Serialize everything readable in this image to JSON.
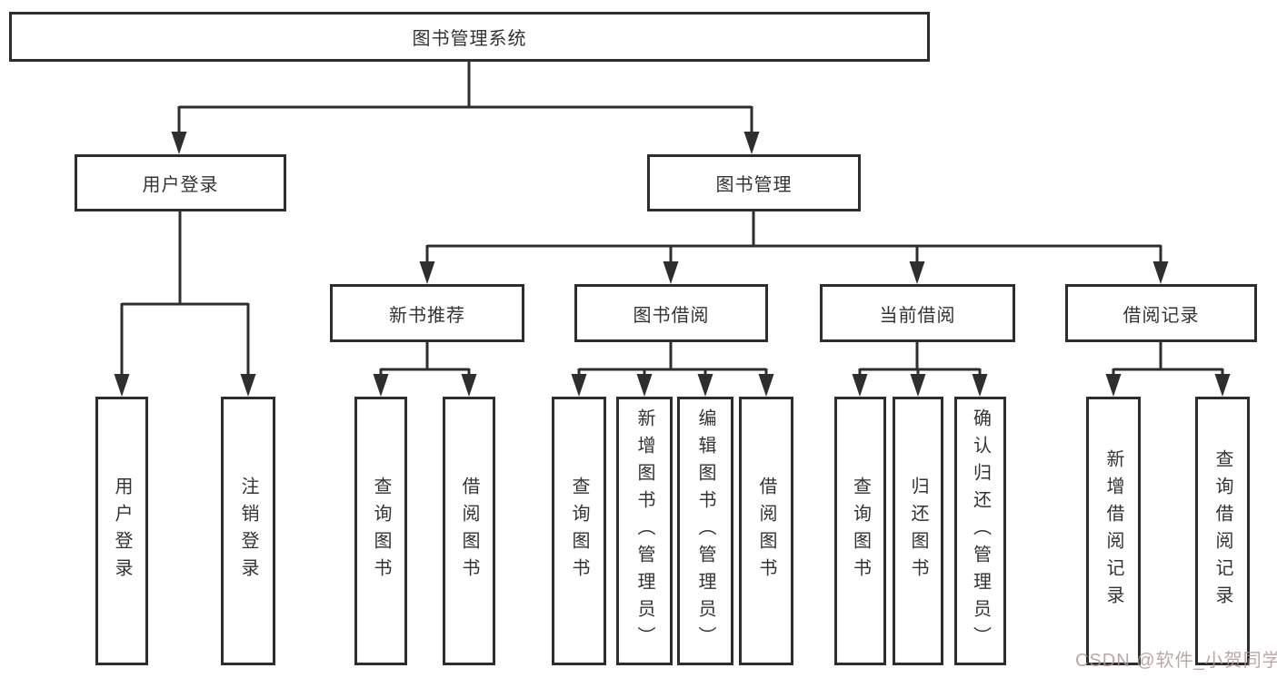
{
  "tree": {
    "label": "图书管理系统",
    "children": [
      {
        "label": "用户登录",
        "children": [
          {
            "label": "用户登录"
          },
          {
            "label": "注销登录"
          }
        ]
      },
      {
        "label": "图书管理",
        "children": [
          {
            "label": "新书推荐",
            "children": [
              {
                "label": "查询图书"
              },
              {
                "label": "借阅图书"
              }
            ]
          },
          {
            "label": "图书借阅",
            "children": [
              {
                "label": "查询图书"
              },
              {
                "label": "新增图书（管理员）"
              },
              {
                "label": "编辑图书（管理员）"
              },
              {
                "label": "借阅图书"
              }
            ]
          },
          {
            "label": "当前借阅",
            "children": [
              {
                "label": "查询图书"
              },
              {
                "label": "归还图书"
              },
              {
                "label": "确认归还（管理员）"
              }
            ]
          },
          {
            "label": "借阅记录",
            "children": [
              {
                "label": "新增借阅记录"
              },
              {
                "label": "查询借阅记录"
              }
            ]
          }
        ]
      }
    ]
  },
  "watermark": {
    "text": "CSDN @软件_小贺同学",
    "color": "#b09696"
  },
  "colors": {
    "line": "#2e2e2e",
    "box_border": "#2d2d2d",
    "text": "#333333",
    "background": "#ffffff"
  }
}
